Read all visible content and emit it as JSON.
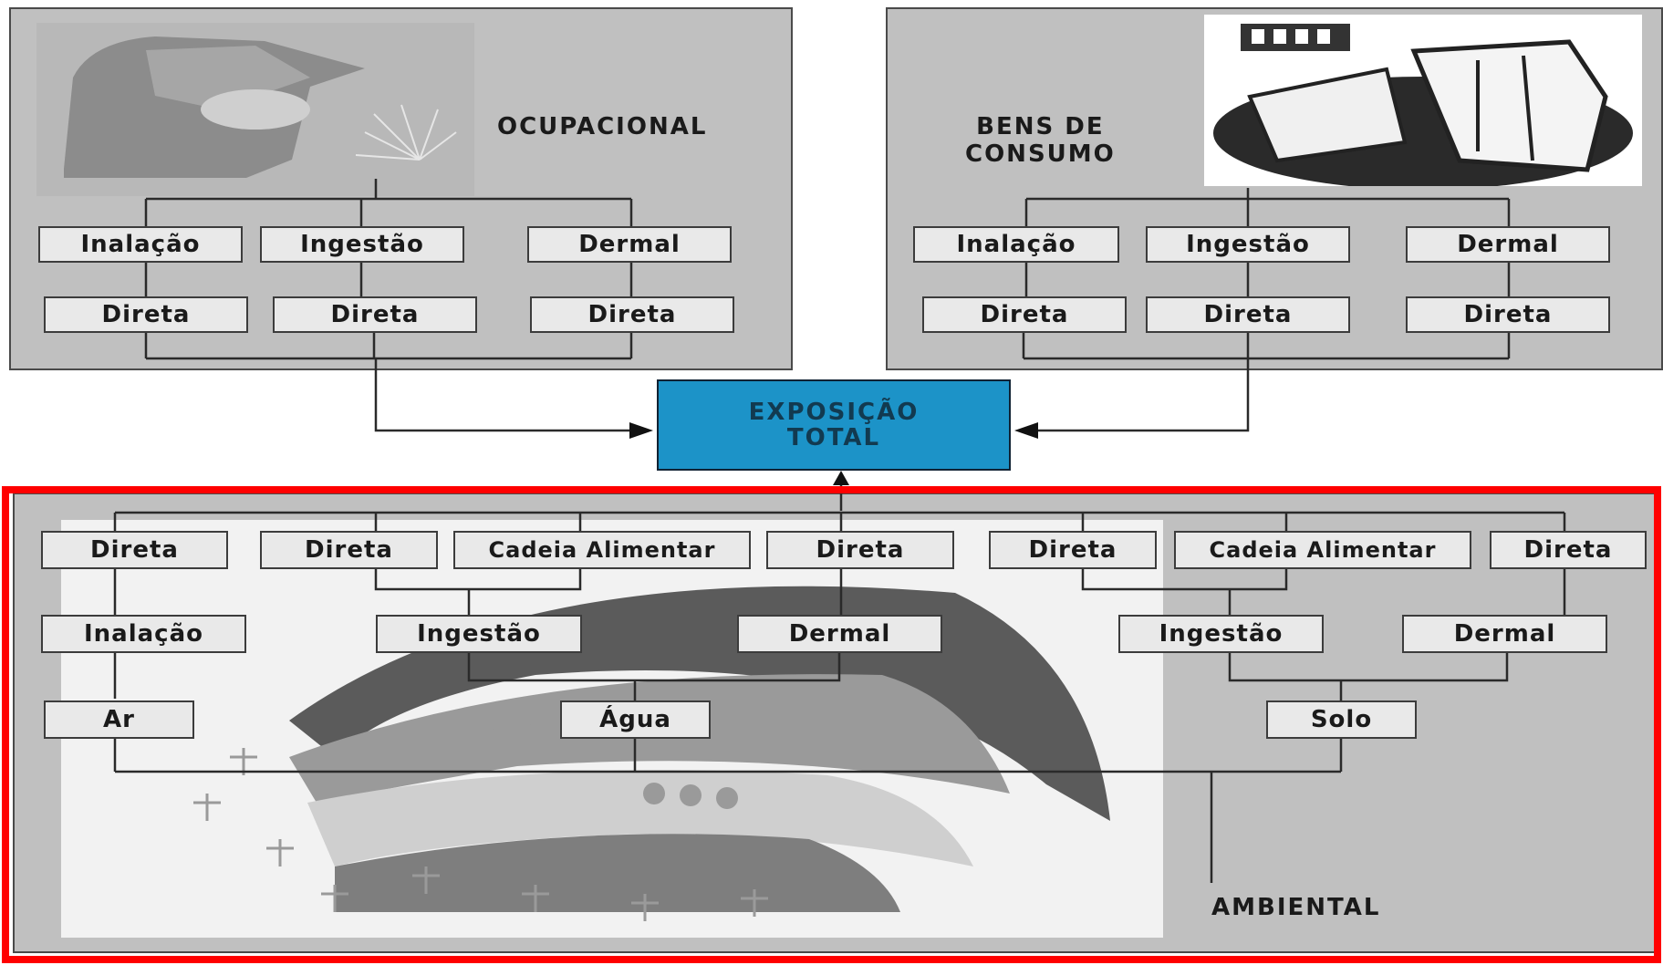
{
  "occupational": {
    "title": "OCUPACIONAL",
    "routes": [
      "Inalação",
      "Ingestão",
      "Dermal"
    ],
    "contacts": [
      "Direta",
      "Direta",
      "Direta"
    ]
  },
  "consumer": {
    "title_line1": "BENS DE",
    "title_line2": "CONSUMO",
    "routes": [
      "Inalação",
      "Ingestão",
      "Dermal"
    ],
    "contacts": [
      "Direta",
      "Direta",
      "Direta"
    ]
  },
  "total": {
    "line1": "EXPOSIÇÃO",
    "line2": "TOTAL"
  },
  "environmental": {
    "title": "AMBIENTAL",
    "pathways": [
      "Direta",
      "Direta",
      "Cadeia Alimentar",
      "Direta",
      "Direta",
      "Cadeia Alimentar",
      "Direta"
    ],
    "routes": [
      "Inalação",
      "Ingestão",
      "Dermal",
      "Ingestão",
      "Dermal"
    ],
    "media": [
      "Ar",
      "Água",
      "Solo"
    ]
  },
  "colors": {
    "panel": "#c0c0c0",
    "box": "#e9e9e9",
    "total_box": "#1c93c8",
    "highlight_frame": "#ff0000"
  }
}
